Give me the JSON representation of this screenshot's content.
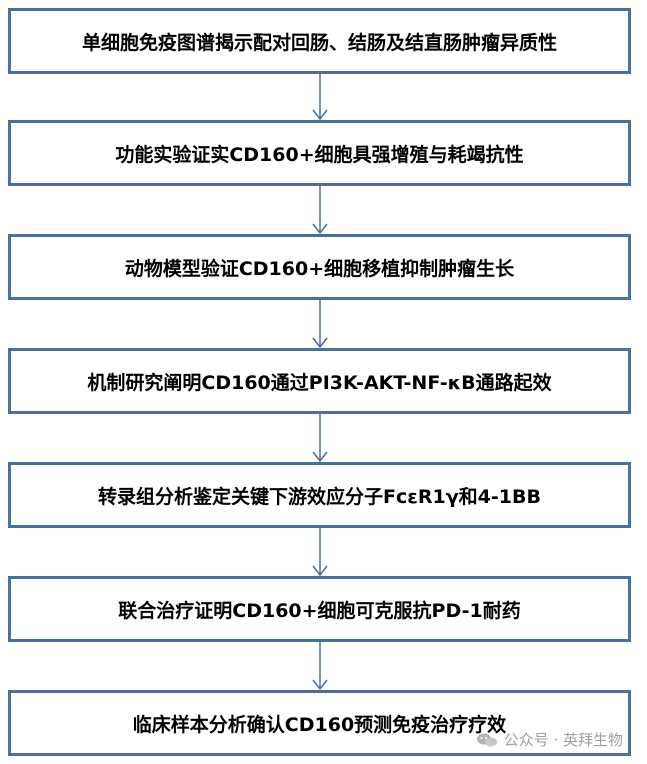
{
  "steps": [
    {
      "label": "单细胞免疫图谱揭示配对回肠、结肠及结直肠肿瘤异质性"
    },
    {
      "label": "功能实验证实CD160+细胞具强增殖与耗竭抗性"
    },
    {
      "label": "动物模型验证CD160+细胞移植抑制肿瘤生长"
    },
    {
      "label": "机制研究阐明CD160通过PI3K-AKT-NF-κB通路起效"
    },
    {
      "label": "转录组分析鉴定关键下游效应分子FcεR1γ和4-1BB"
    },
    {
      "label": "联合治疗证明CD160+细胞可克服抗PD-1耐药"
    },
    {
      "label": "临床样本分析确认CD160预测免疫治疗疗效"
    }
  ],
  "colors": {
    "border": "#4a6fa5",
    "arrow": "#4a6fa5"
  },
  "watermark": {
    "text": "公众号 · 英拜生物",
    "icon": "wechat-icon"
  }
}
